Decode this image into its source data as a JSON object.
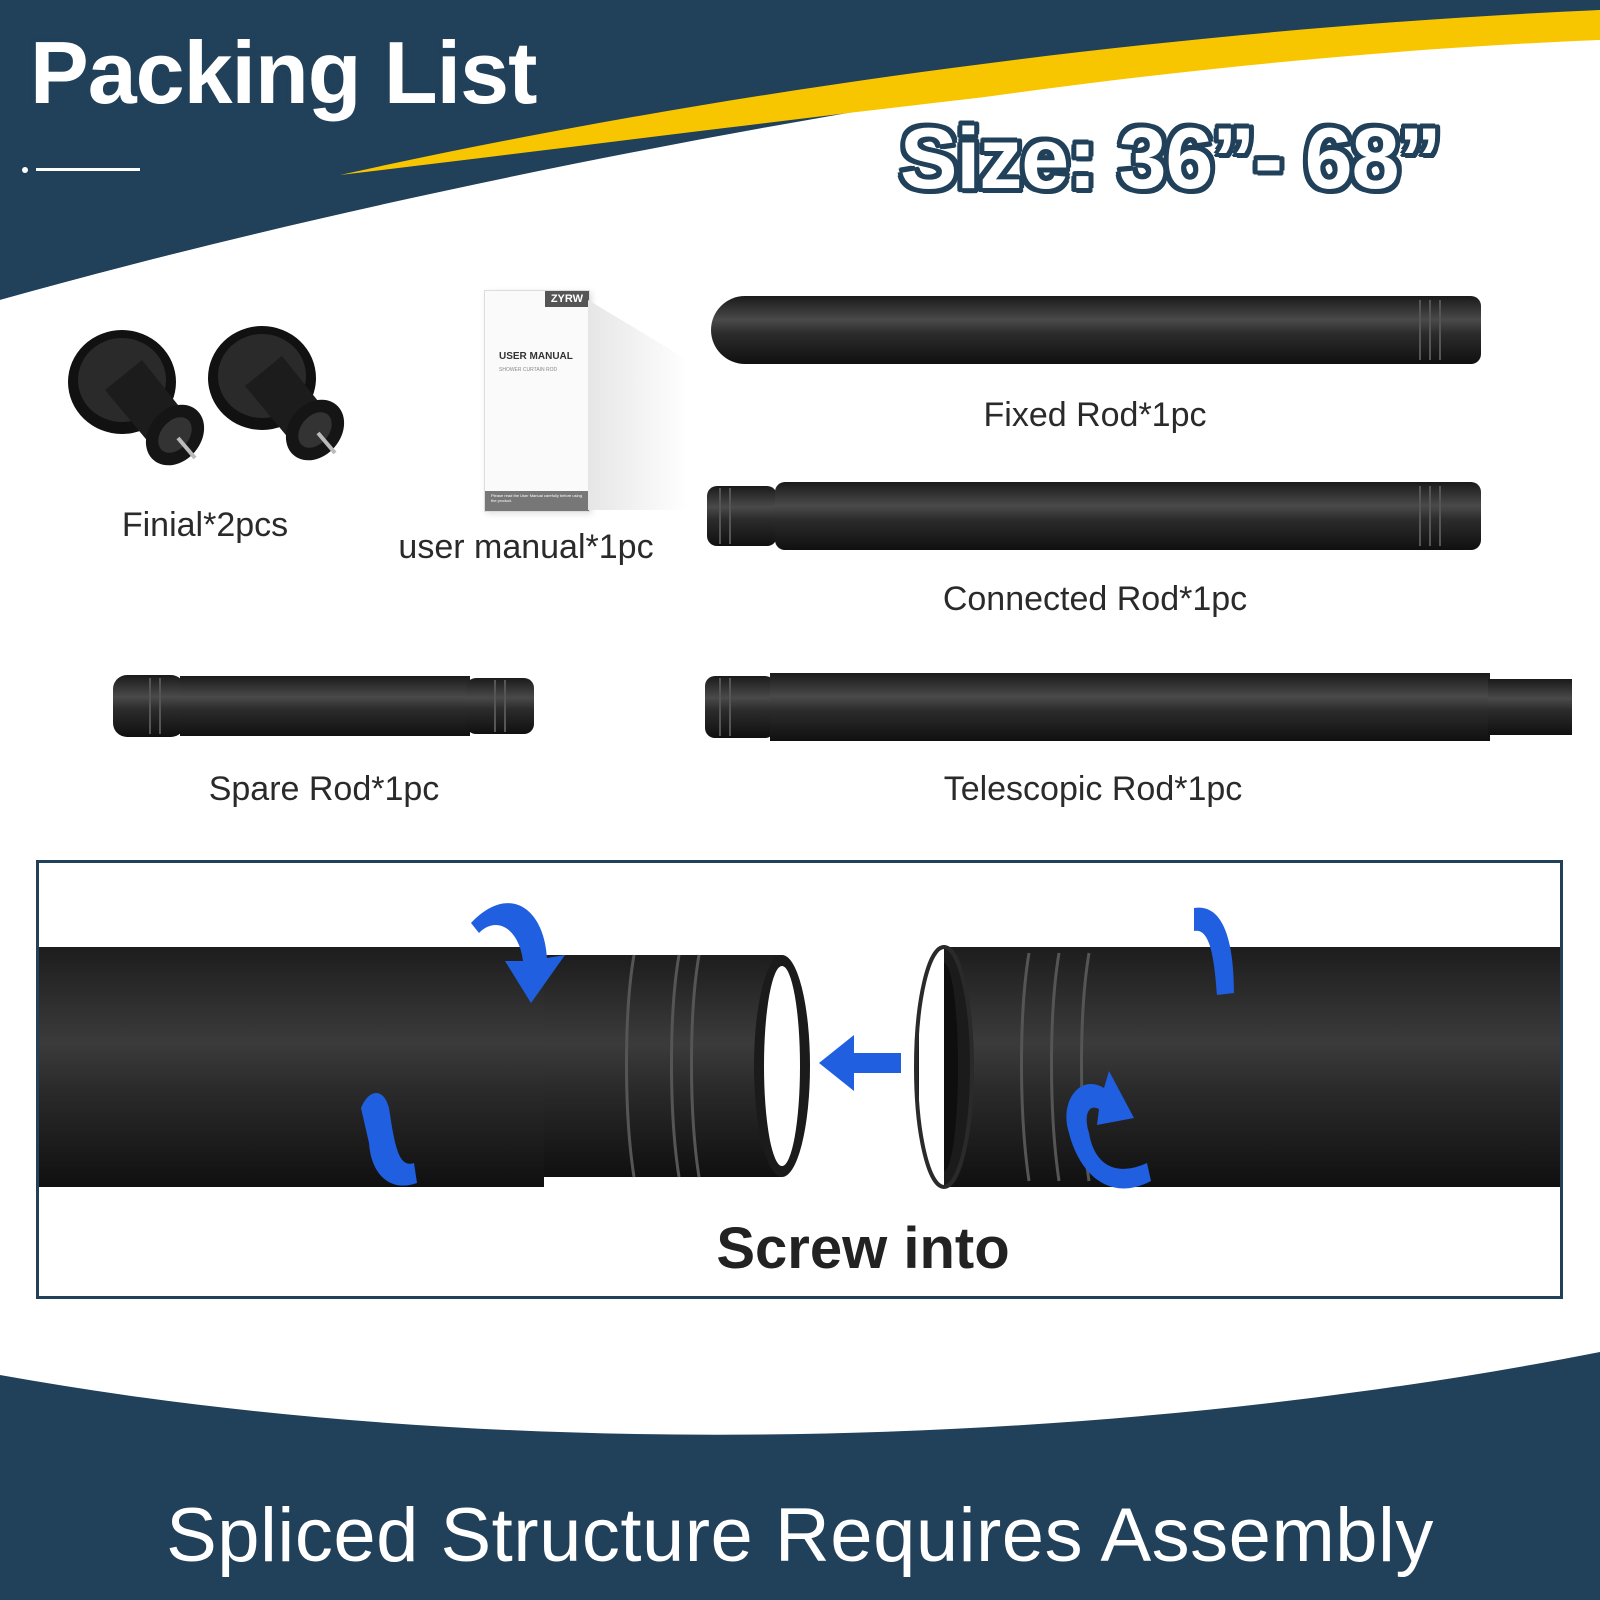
{
  "header": {
    "title": "Packing List",
    "size_label": "Size: 36”- 68”"
  },
  "items": [
    {
      "name": "finial",
      "label": "Finial*2pcs"
    },
    {
      "name": "user-manual",
      "label": "user manual*1pc",
      "brand": "ZYRW",
      "manual_title": "USER MANUAL",
      "manual_subtitle": "SHOWER CURTAIN ROD",
      "manual_note": "Please read the User Manual carefully before using the product."
    },
    {
      "name": "fixed-rod",
      "label": "Fixed Rod*1pc"
    },
    {
      "name": "connected-rod",
      "label": "Connected Rod*1pc"
    },
    {
      "name": "spare-rod",
      "label": "Spare Rod*1pc"
    },
    {
      "name": "telescopic-rod",
      "label": "Telescopic Rod*1pc"
    }
  ],
  "assembly": {
    "label": "Screw into"
  },
  "footer": {
    "text": "Spliced Structure Requires Assembly"
  },
  "colors": {
    "navy": "#21405a",
    "yellow": "#f7c600",
    "rod": "#2a2a2a",
    "arrow_blue": "#1f5fe0"
  }
}
